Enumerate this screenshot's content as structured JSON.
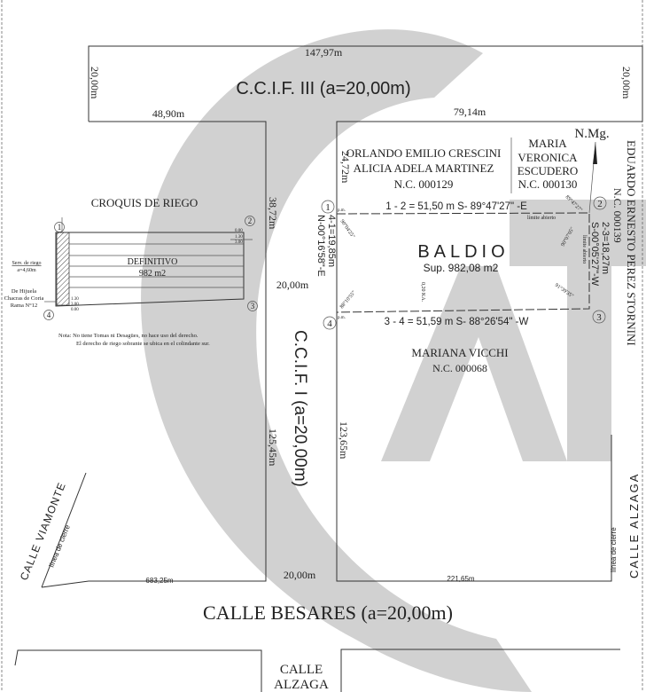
{
  "top": {
    "length_top": "147,97m",
    "left_width": "20,00m",
    "right_width": "20,00m",
    "ccif3": "C.C.I.F. III (a=20,00m)",
    "left_block_bottom": "48,90m",
    "right_block_bottom": "79,14m"
  },
  "neighbors": {
    "north1_line1": "ORLANDO EMILIO CRESCINI",
    "north1_line2": "ALICIA ADELA MARTINEZ",
    "north1_nc": "N.C. 000129",
    "north2_line1": "MARIA",
    "north2_line2": "VERONICA",
    "north2_line3": "ESCUDERO",
    "north2_nc": "N.C. 000130",
    "east_name": "EDUARDO ERNESTO PEREZ STORNINI",
    "east_nc": "N.C. 000139",
    "south_name": "MARIANA VICCHI",
    "south_nc": "N.C. 000068"
  },
  "north_arrow": "N.Mg.",
  "lot": {
    "name": "BALDIO",
    "area": "Sup. 982,08 m2",
    "side_12": "1 - 2 = 51,50 m   S- 89°47'27\" -E",
    "side_23_a": "2-3=18,27m",
    "side_23_b": "S-00°05'27\"-W",
    "side_34": "3 - 4 = 51,59 m   S- 88°26'54\" -W",
    "side_41_a": "4-1=19,85m",
    "side_41_b": "N-00°16'58\"-E",
    "angle_1": "90°04'25\"",
    "angle_2a": "89°47'27\"",
    "angle_2b": "90°07'05\"",
    "angle_3": "91°39'35\"",
    "angle_4": "88°10'55\"",
    "limite_abierto": "límite abierto",
    "pm": "p.m.",
    "ka": "0,20 KA.",
    "vertices": [
      "1",
      "2",
      "3",
      "4"
    ]
  },
  "dims": {
    "d_24_72": "24,72m",
    "d_38_72": "38,72m",
    "d_20_mid": "20,00m",
    "d_125_45": "125,45m",
    "d_123_65": "123,65m",
    "d_683_25": "683,25m",
    "d_20_bottom": "20,00m",
    "d_221_65": "221,65m"
  },
  "ccif1": "C.C.I.F. I (a=20,00m)",
  "streets": {
    "viamonte": "CALLE  VIAMONTE",
    "alzaga_right": "CALLE  ALZAGA",
    "linea_cierre": "línea de cierre",
    "besares": "CALLE BESARES (a=20,00m)",
    "alzaga_bottom_1": "CALLE",
    "alzaga_bottom_2": "ALZAGA"
  },
  "croquis": {
    "title": "CROQUIS DE RIEGO",
    "definitivo": "DEFINITIVO",
    "area": "982 m2",
    "serv_riego": "Serv. de riego",
    "serv_width": "a=4,60m",
    "hijuela_1": "De Hijuela",
    "hijuela_2": "Chacras de Coria",
    "hijuela_3": "Rama N°12",
    "v_000": "0.00",
    "v_130": "1.30",
    "v_300": "3.00",
    "nota_1": "Nota: No tiene Tomas ni Desagües, no hace uso del derecho.",
    "nota_2": "El derecho de riego sobrante se ubica en el colindante sur."
  }
}
